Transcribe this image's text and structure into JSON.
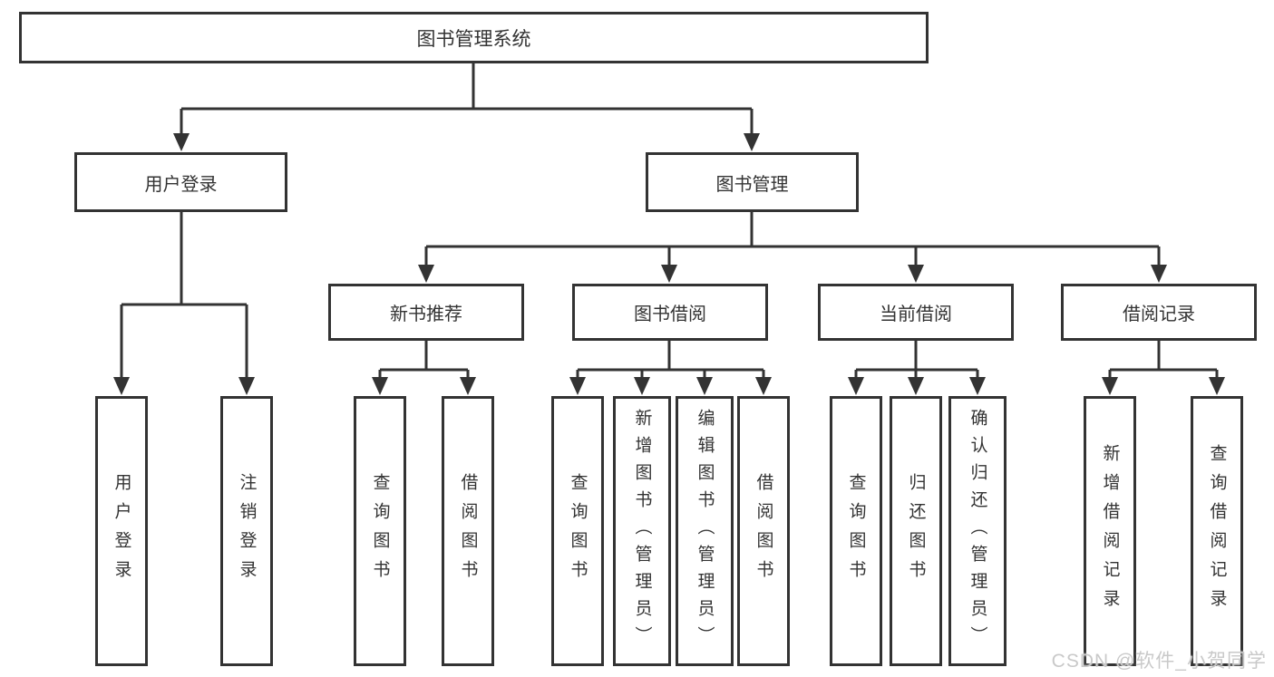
{
  "diagram": {
    "title": "图书管理系统",
    "level2": [
      "用户登录",
      "图书管理"
    ],
    "level3": [
      "新书推荐",
      "图书借阅",
      "当前借阅",
      "借阅记录"
    ],
    "leaves": {
      "user": [
        "用户登录",
        "注销登录"
      ],
      "recommend": [
        "查询图书",
        "借阅图书"
      ],
      "borrow": [
        "查询图书",
        "新增图书（管理员）",
        "编辑图书（管理员）",
        "借阅图书"
      ],
      "current": [
        "查询图书",
        "归还图书",
        "确认归还（管理员）"
      ],
      "records": [
        "新增借阅记录",
        "查询借阅记录"
      ]
    },
    "watermark": "CSDN @软件_小贺同学",
    "colors": {
      "line": "#333333",
      "box_border": "#333333",
      "text": "#333333",
      "watermark": "#c9c9c9",
      "background": "#ffffff"
    }
  }
}
